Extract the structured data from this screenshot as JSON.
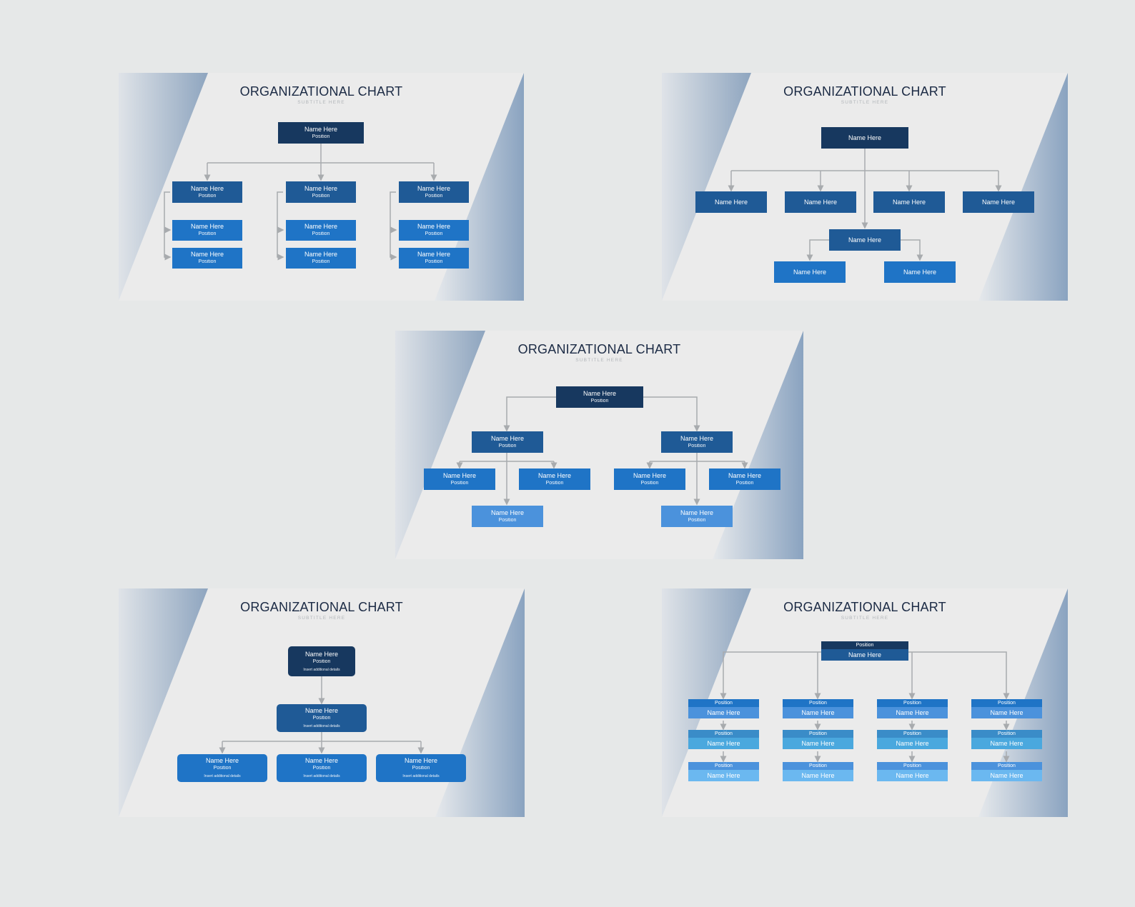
{
  "colors": {
    "top": "#17385f",
    "mid": "#1f5a96",
    "blue": "#1f74c6",
    "light": "#4b92dc",
    "connector": "#a8abae",
    "title": "#1b2a44"
  },
  "slides": [
    {
      "title": "ORGANIZATIONAL CHART",
      "subtitle": "SUBTITLE HERE",
      "root": {
        "name": "Name Here",
        "position": "Position"
      },
      "columns": [
        [
          {
            "name": "Name Here",
            "position": "Position"
          },
          {
            "name": "Name Here",
            "position": "Position"
          },
          {
            "name": "Name Here",
            "position": "Position"
          }
        ],
        [
          {
            "name": "Name Here",
            "position": "Position"
          },
          {
            "name": "Name Here",
            "position": "Position"
          },
          {
            "name": "Name Here",
            "position": "Position"
          }
        ],
        [
          {
            "name": "Name Here",
            "position": "Position"
          },
          {
            "name": "Name Here",
            "position": "Position"
          },
          {
            "name": "Name Here",
            "position": "Position"
          }
        ]
      ]
    },
    {
      "title": "ORGANIZATIONAL CHART",
      "subtitle": "SUBTITLE HERE",
      "root": {
        "name": "Name Here"
      },
      "level1": [
        {
          "name": "Name Here"
        },
        {
          "name": "Name Here"
        },
        {
          "name": "Name Here"
        },
        {
          "name": "Name Here"
        }
      ],
      "middle": {
        "name": "Name Here"
      },
      "level3": [
        {
          "name": "Name Here"
        },
        {
          "name": "Name Here"
        }
      ]
    },
    {
      "title": "ORGANIZATIONAL CHART",
      "subtitle": "SUBTITLE HERE",
      "root": {
        "name": "Name Here",
        "position": "Position"
      },
      "branches": [
        {
          "head": {
            "name": "Name Here",
            "position": "Position"
          },
          "sides": [
            {
              "name": "Name Here",
              "position": "Position"
            },
            {
              "name": "Name Here",
              "position": "Position"
            }
          ],
          "bottom": {
            "name": "Name Here",
            "position": "Position"
          }
        },
        {
          "head": {
            "name": "Name Here",
            "position": "Position"
          },
          "sides": [
            {
              "name": "Name Here",
              "position": "Position"
            },
            {
              "name": "Name Here",
              "position": "Position"
            }
          ],
          "bottom": {
            "name": "Name Here",
            "position": "Position"
          }
        }
      ]
    },
    {
      "title": "ORGANIZATIONAL CHART",
      "subtitle": "SUBTITLE HERE",
      "root": {
        "name": "Name Here",
        "position": "Position",
        "details": "Insert additional details"
      },
      "middle": {
        "name": "Name Here",
        "position": "Position",
        "details": "Insert additional details"
      },
      "children": [
        {
          "name": "Name Here",
          "position": "Position",
          "details": "Insert additional details"
        },
        {
          "name": "Name Here",
          "position": "Position",
          "details": "Insert additional details"
        },
        {
          "name": "Name Here",
          "position": "Position",
          "details": "Insert additional details"
        }
      ]
    },
    {
      "title": "ORGANIZATIONAL CHART",
      "subtitle": "SUBTITLE HERE",
      "root": {
        "position": "Position",
        "name": "Name Here"
      },
      "columns": [
        [
          {
            "position": "Position",
            "name": "Name Here"
          },
          {
            "position": "Position",
            "name": "Name Here"
          },
          {
            "position": "Position",
            "name": "Name Here"
          }
        ],
        [
          {
            "position": "Position",
            "name": "Name Here"
          },
          {
            "position": "Position",
            "name": "Name Here"
          },
          {
            "position": "Position",
            "name": "Name Here"
          }
        ],
        [
          {
            "position": "Position",
            "name": "Name Here"
          },
          {
            "position": "Position",
            "name": "Name Here"
          },
          {
            "position": "Position",
            "name": "Name Here"
          }
        ],
        [
          {
            "position": "Position",
            "name": "Name Here"
          },
          {
            "position": "Position",
            "name": "Name Here"
          },
          {
            "position": "Position",
            "name": "Name Here"
          }
        ]
      ]
    }
  ]
}
